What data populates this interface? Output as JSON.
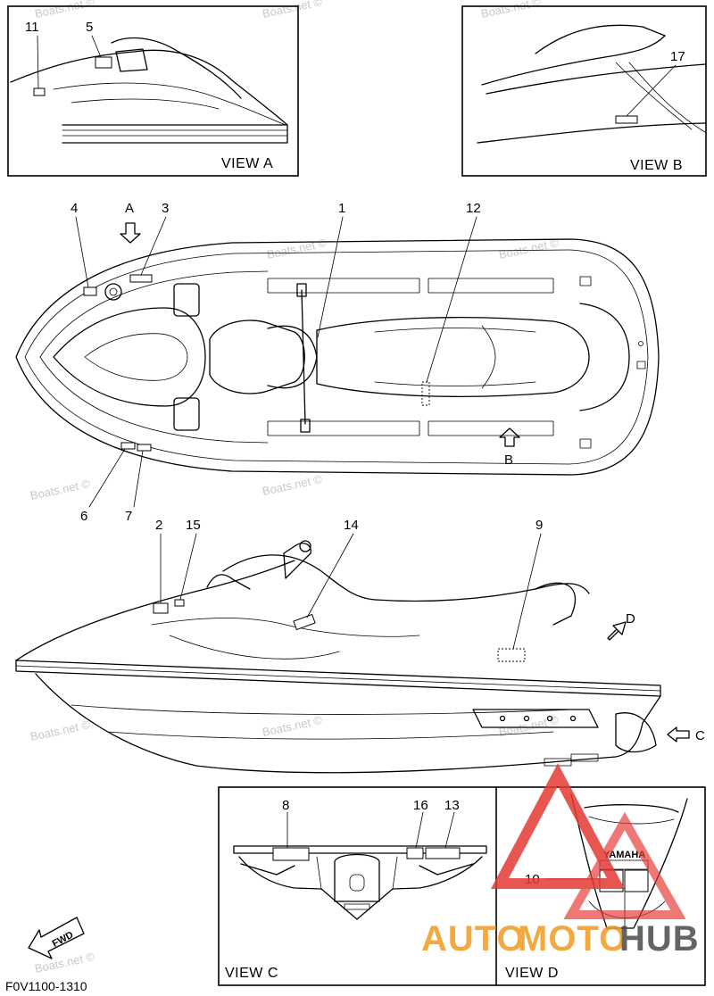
{
  "diagram": {
    "part_code": "F0V1100-1310",
    "watermark": "Boats.net ©",
    "views": {
      "a": "VIEW A",
      "b": "VIEW B",
      "c": "VIEW C",
      "d": "VIEW D"
    },
    "direction_letters": {
      "a": "A",
      "b": "B",
      "c": "C",
      "d": "D"
    },
    "fwd": "FWD",
    "hull_brand": "YAMAHA",
    "callouts": {
      "c1": "1",
      "c2": "2",
      "c3": "3",
      "c4": "4",
      "c5": "5",
      "c6": "6",
      "c7": "7",
      "c8": "8",
      "c9": "9",
      "c10": "10",
      "c11": "11",
      "c12": "12",
      "c13": "13",
      "c14": "14",
      "c15": "15",
      "c16": "16",
      "c17": "17"
    }
  },
  "logo": {
    "part1": "AUTO",
    "part2": "MOTO",
    "part3": "HUB"
  },
  "colors": {
    "logo_orange": "#f39a1f",
    "logo_red": "#e53935",
    "logo_gray": "#4a4a4a"
  }
}
